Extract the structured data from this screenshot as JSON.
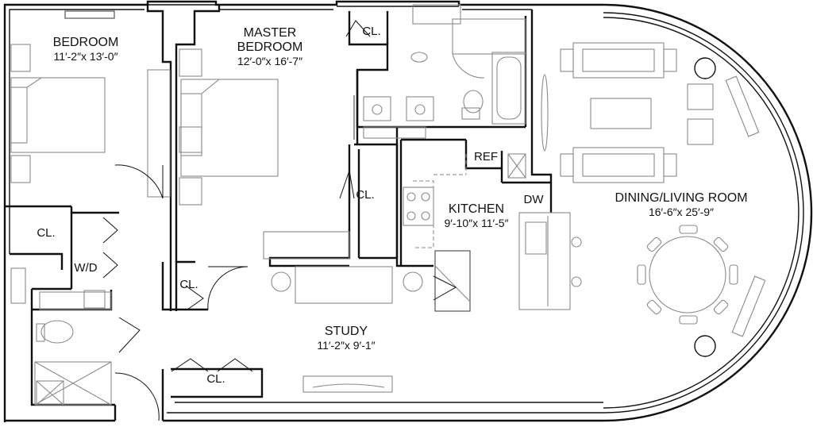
{
  "plan": {
    "rooms": [
      {
        "id": "bedroom",
        "name": "BEDROOM",
        "dims": "11′-2″x 13′-0″"
      },
      {
        "id": "master",
        "name_line1": "MASTER",
        "name_line2": "BEDROOM",
        "dims": "12′-0″x 16′-7″"
      },
      {
        "id": "kitchen",
        "name": "KITCHEN",
        "dims": "9′-10″x 11′-5″"
      },
      {
        "id": "dining",
        "name": "DINING/LIVING ROOM",
        "dims": "16′-6″x 25′-9″"
      },
      {
        "id": "study",
        "name": "STUDY",
        "dims": "11′-2″x 9′-1″"
      }
    ],
    "labels": {
      "closet": "CL.",
      "washer_dryer": "W/D",
      "refrigerator": "REF",
      "dishwasher": "DW"
    }
  }
}
